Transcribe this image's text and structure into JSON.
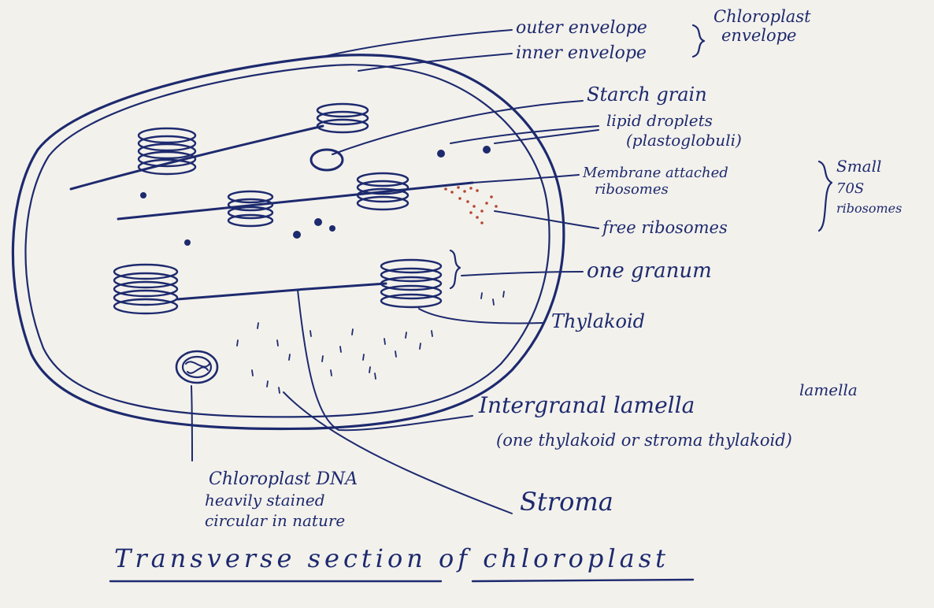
{
  "diagram": {
    "title": "Transverse section of chloroplast",
    "ink_color": "#1d2a6e",
    "paper_color": "#f3f1ec",
    "ribosome_color": "#b5462f",
    "labels": {
      "outer_envelope": "outer envelope",
      "inner_envelope": "inner envelope",
      "chloroplast_envelope_1": "Chloroplast",
      "chloroplast_envelope_2": "envelope",
      "starch_grain": "Starch grain",
      "lipid_droplets_1": "lipid droplets",
      "lipid_droplets_2": "(plastoglobuli)",
      "membrane_ribosomes_1": "Membrane attached",
      "membrane_ribosomes_2": "ribosomes",
      "small_70s_1": "Small",
      "small_70s_2": "70S",
      "small_70s_3": "ribosomes",
      "free_ribosomes": "free ribosomes",
      "one_granum": "one granum",
      "thylakoid": "Thylakoid",
      "intergranal_lamella": "Intergranal lamella",
      "lamella": "lamella",
      "stroma_thylakoid": "(one thylakoid or stroma thylakoid)",
      "stroma": "Stroma",
      "dna_1": "Chloroplast DNA",
      "dna_2": "heavily stained",
      "dna_3": "circular in nature"
    }
  }
}
